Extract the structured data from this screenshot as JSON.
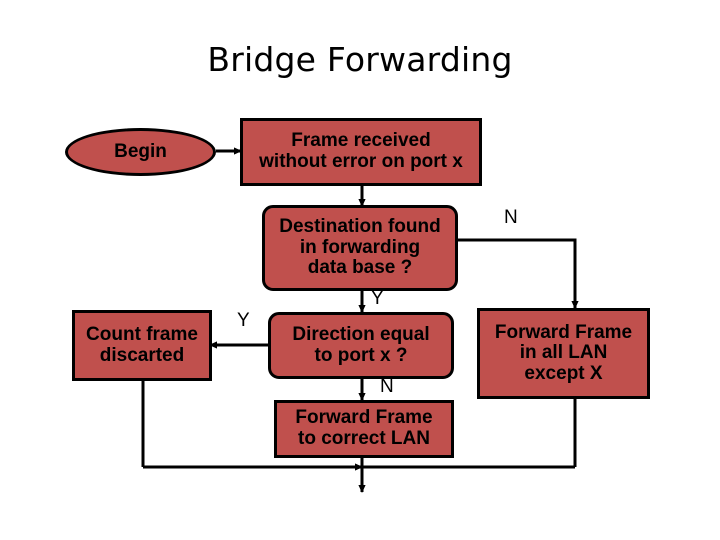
{
  "page": {
    "title": "Bridge Forwarding",
    "background": "#ffffff",
    "node_fill": "#c0504d",
    "node_stroke": "#000000",
    "text_color": "#000000"
  },
  "diagram": {
    "type": "flowchart",
    "nodes": [
      {
        "id": "begin",
        "shape": "ellipse",
        "label": "Begin"
      },
      {
        "id": "frame",
        "shape": "rectangle",
        "label": "Frame received\nwithout error on port x"
      },
      {
        "id": "dest",
        "shape": "decision",
        "label": "Destination found\nin forwarding\ndata base ?"
      },
      {
        "id": "count",
        "shape": "rectangle",
        "label": "Count frame\ndiscarted"
      },
      {
        "id": "direction",
        "shape": "decision",
        "label": "Direction equal\nto port x ?"
      },
      {
        "id": "forward_all",
        "shape": "rectangle",
        "label": "Forward Frame\nin all LAN\nexcept X"
      },
      {
        "id": "forward_lan",
        "shape": "rectangle",
        "label": "Forward Frame\nto correct LAN"
      }
    ],
    "edge_labels": {
      "dest_no": "N",
      "dest_yes": "Y",
      "direction_yes": "Y",
      "direction_no": "N"
    }
  }
}
